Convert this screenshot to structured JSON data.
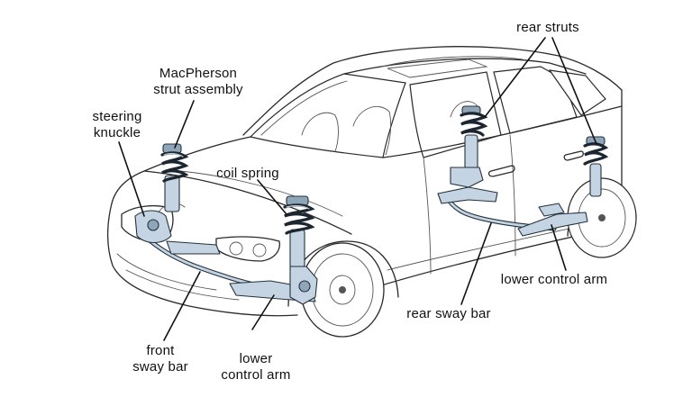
{
  "labels": {
    "macpherson_line1": "MacPherson",
    "macpherson_line2": "strut assembly",
    "steering_line1": "steering",
    "steering_line2": "knuckle",
    "coil_spring": "coil spring",
    "rear_struts": "rear struts",
    "lower_control_arm_rear": "lower control arm",
    "rear_sway_bar": "rear sway bar",
    "front_sway_line1": "front",
    "front_sway_line2": "sway bar",
    "lower_control_front_line1": "lower",
    "lower_control_front_line2": "control arm"
  },
  "colors": {
    "suspension_fill": "#c4d4e2",
    "suspension_stroke": "#24313d",
    "body_line": "#2a2a2a",
    "label_text": "#111111",
    "background": "#ffffff"
  },
  "icons": {
    "car": "sedan-outline-icon",
    "spring": "coil-spring-icon"
  }
}
